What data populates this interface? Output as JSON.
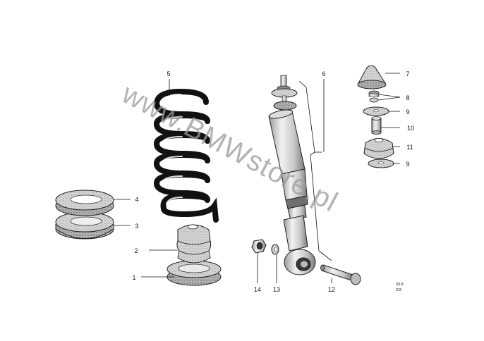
{
  "diagram": {
    "callouts": [
      {
        "id": "c1",
        "label": "1"
      },
      {
        "id": "c2",
        "label": "2"
      },
      {
        "id": "c3",
        "label": "3"
      },
      {
        "id": "c4",
        "label": "4"
      },
      {
        "id": "c5",
        "label": "5"
      },
      {
        "id": "c6",
        "label": "6"
      },
      {
        "id": "c7",
        "label": "7"
      },
      {
        "id": "c8",
        "label": "8"
      },
      {
        "id": "c9a",
        "label": "9"
      },
      {
        "id": "c10",
        "label": "10"
      },
      {
        "id": "c11",
        "label": "11"
      },
      {
        "id": "c9b",
        "label": "9"
      },
      {
        "id": "c12",
        "label": "12"
      },
      {
        "id": "c13",
        "label": "13"
      },
      {
        "id": "c14",
        "label": "14"
      }
    ],
    "reference_code": [
      "33.8",
      "2/3"
    ],
    "watermark": "www.BMWstore.pl"
  }
}
